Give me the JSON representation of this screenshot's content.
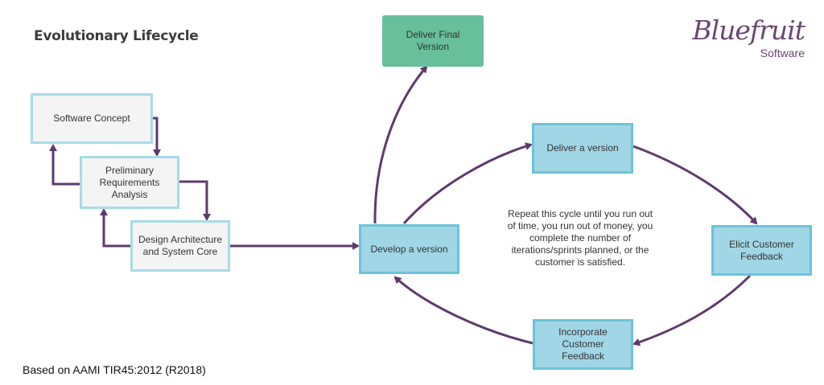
{
  "title": "Evolutionary Lifecycle",
  "logo": {
    "main": "Bluefruit",
    "sub": "Software"
  },
  "nodes": {
    "software_concept": "Software Concept",
    "preliminary_requirements": "Preliminary Requirements Analysis",
    "design_architecture": "Design Architecture and System Core",
    "develop_version": "Develop a version",
    "deliver_final": "Deliver Final Version",
    "deliver_version": "Deliver a version",
    "elicit_feedback": "Elicit Customer Feedback",
    "incorporate_feedback": "Incorporate Customer Feedback"
  },
  "cycle_note": "Repeat this cycle until you run out of time, you run out of money, you complete the number of iterations/sprints planned, or the customer is satisfied.",
  "footer": "Based on AAMI TIR45:2012 (R2018)",
  "colors": {
    "arrow": "#5e3a6e",
    "box_grey_bg": "#f4f4f4",
    "box_grey_border": "#a8dbe8",
    "box_blue_bg": "#a0d6e6",
    "box_blue_border": "#6cc3d8",
    "box_green": "#67bf9c",
    "logo": "#6b4676"
  }
}
